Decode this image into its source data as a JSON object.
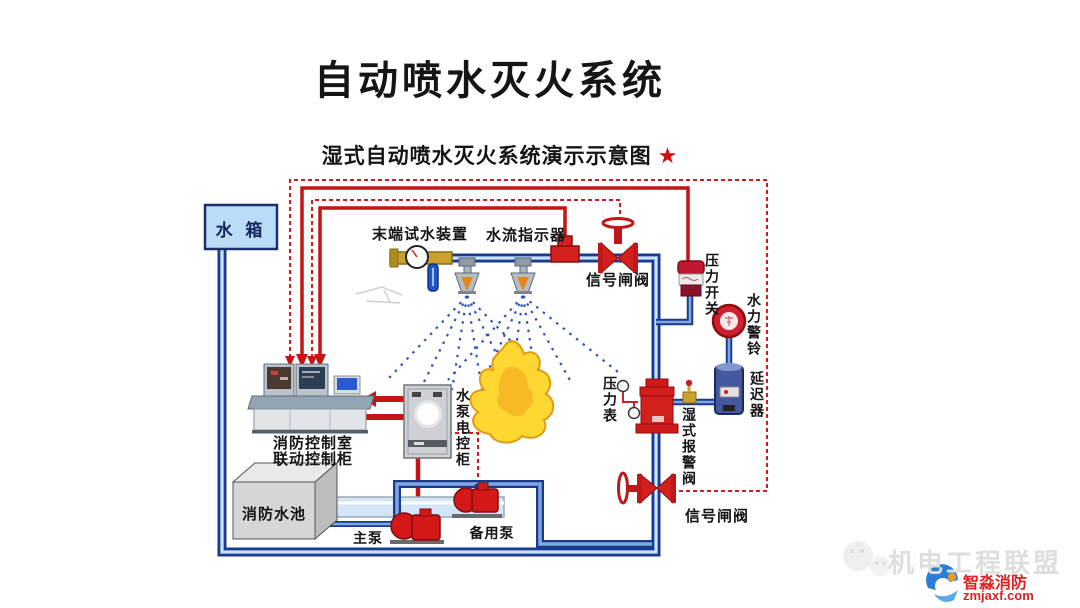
{
  "title": "自动喷水灭火系统",
  "subtitle": "湿式自动喷水灭火系统演示示意图",
  "subtitle_star": "★",
  "labels": {
    "water_tank": "水 箱",
    "end_test_device": "末端试水装置",
    "water_flow_indicator": "水流指示器",
    "signal_gate_valve_top": "信号闸阀",
    "pressure_switch": "压力开关",
    "hydraulic_alarm_bell": "水力警铃",
    "retarder": "延迟器",
    "pressure_gauge": "压力表",
    "wet_alarm_valve": "湿式报警阀",
    "signal_gate_valve_bottom": "信号闸阀",
    "fire_control_room_line1": "消防控制室",
    "fire_control_room_line2": "联动控制柜",
    "pump_control_cabinet": "水泵电控柜",
    "fire_water_pool": "消防水池",
    "main_pump": "主泵",
    "backup_pump": "备用泵"
  },
  "watermark": {
    "alliance": "机电工程联盟",
    "brand": "智淼消防",
    "website": "zmjaxf.com"
  },
  "colors": {
    "accent_red": "#cf1d1d",
    "pipe_blue": "#1b3a8c",
    "pipe_core": "#7fa8e0",
    "tank_fill": "#badcf7",
    "flame_yellow": "#ffd731",
    "brand_red": "#e02020"
  }
}
